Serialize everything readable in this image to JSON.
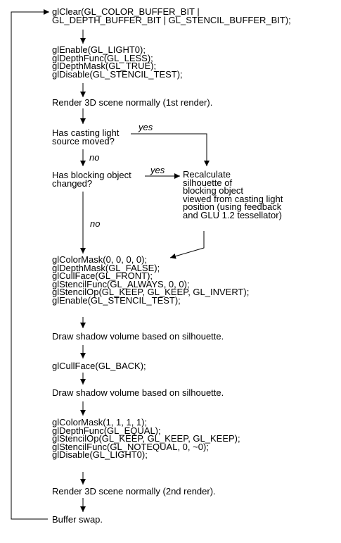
{
  "flow": {
    "gl_clear": [
      "glClear(GL_COLOR_BUFFER_BIT |",
      "  GL_DEPTH_BUFFER_BIT | GL_STENCIL_BUFFER_BIT);"
    ],
    "gl_setup": [
      "glEnable(GL_LIGHT0);",
      "glDepthFunc(GL_LESS);",
      "glDepthMask(GL_TRUE);",
      "glDisable(GL_STENCIL_TEST);"
    ],
    "render_first": "Render 3D scene normally (1st render).",
    "decision_light": [
      "Has casting light",
      "source moved?"
    ],
    "decision_object": [
      "Has blocking object",
      "changed?"
    ],
    "recalculate": [
      "Recalculate",
      "silhouette of",
      "blocking object",
      "viewed from casting light",
      "position (using feedback",
      "and GLU 1.2 tessellator)"
    ],
    "stencil_setup": [
      "glColorMask(0, 0, 0, 0);",
      "glDepthMask(GL_FALSE);",
      "glCullFace(GL_FRONT);",
      "glStencilFunc(GL_ALWAYS, 0, 0);",
      "glStencilOp(GL_KEEP, GL_KEEP, GL_INVERT);",
      "glEnable(GL_STENCIL_TEST);"
    ],
    "draw_volume_1": "Draw shadow volume based on silhouette.",
    "cull_back": "glCullFace(GL_BACK);",
    "draw_volume_2": "Draw shadow volume based on silhouette.",
    "final_setup": [
      "glColorMask(1, 1, 1, 1);",
      "glDepthFunc(GL_EQUAL);",
      "glStencilOp(GL_KEEP, GL_KEEP, GL_KEEP);",
      "glStencilFunc(GL_NOTEQUAL, 0, ~0);",
      "glDisable(GL_LIGHT0);"
    ],
    "render_second": "Render 3D scene normally (2nd render).",
    "buffer_swap": "Buffer swap."
  },
  "labels": {
    "yes_light": "yes",
    "no_light": "no",
    "yes_object": "yes",
    "no_object": "no"
  }
}
